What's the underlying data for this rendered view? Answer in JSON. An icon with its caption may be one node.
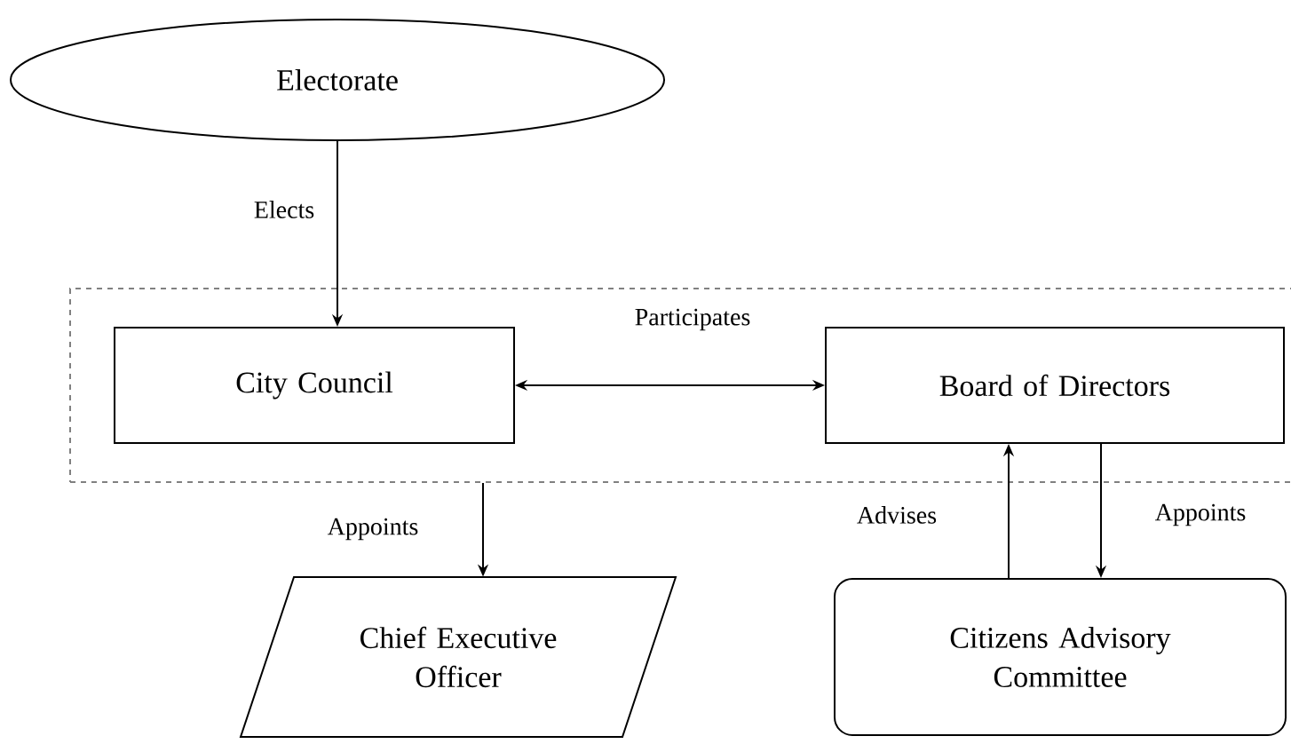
{
  "diagram": {
    "nodes": [
      {
        "text": [
          "Electorate"
        ]
      },
      {
        "text": [],
        "shape": "box"
      },
      {
        "text": [
          "City Council"
        ],
        "in": 1
      },
      {
        "text": [
          "Board of Directors"
        ],
        "in": 1
      },
      {
        "text": [
          "Chief Executive Officer"
        ]
      },
      {
        "text": [
          "Citizens Advisory Committee"
        ]
      }
    ],
    "edges": [
      {
        "from": 0,
        "to": 2,
        "arrow": "to",
        "label": "Elects"
      },
      {
        "from": 2,
        "to": 3,
        "arrow": "both",
        "label": "Participates"
      },
      {
        "from": 1,
        "to": 4,
        "arrow": "to",
        "label": "Appoints"
      },
      {
        "from": 5,
        "to": 3,
        "arrow": "to",
        "label": "Advises"
      },
      {
        "from": 3,
        "to": 5,
        "arrow": "to",
        "label": "Appoints"
      }
    ]
  }
}
